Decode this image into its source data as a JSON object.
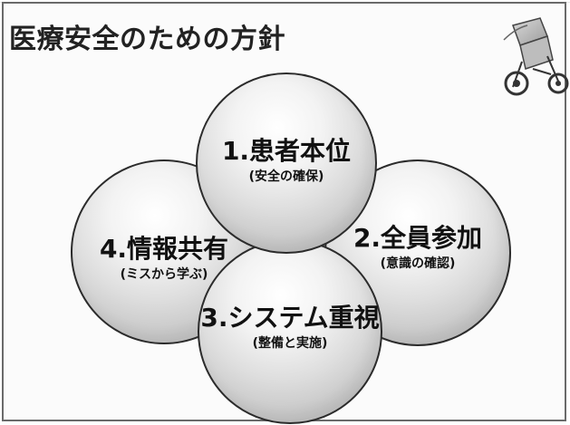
{
  "slide": {
    "title": "医療安全のための方針"
  },
  "icons": {
    "wheelchair": "wheelchair-icon"
  },
  "principles": [
    {
      "title": "1.患者本位",
      "subtitle": "(安全の確保)"
    },
    {
      "title": "2.全員参加",
      "subtitle": "(意識の確認)"
    },
    {
      "title": "3.システム重視",
      "subtitle": "(整備と実施)"
    },
    {
      "title": "4.情報共有",
      "subtitle": "(ミスから学ぶ)"
    }
  ]
}
